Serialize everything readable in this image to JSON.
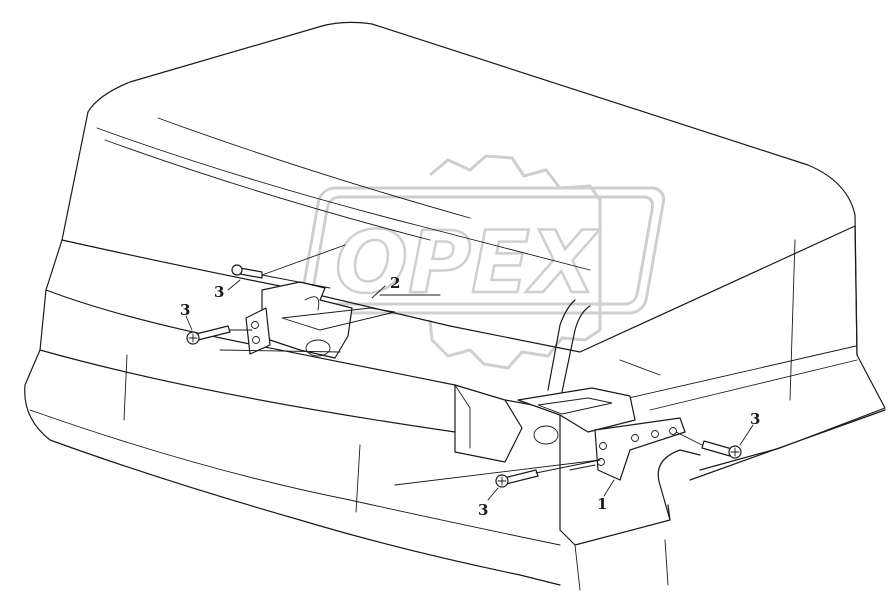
{
  "watermark": {
    "text": "OPEX",
    "icon": "gear-logo-watermark",
    "color": "#cfcfcf"
  },
  "callouts": [
    {
      "id": "c1",
      "label": "1"
    },
    {
      "id": "c2",
      "label": "2"
    },
    {
      "id": "c3a",
      "label": "3"
    },
    {
      "id": "c3b",
      "label": "3"
    },
    {
      "id": "c3c",
      "label": "3"
    },
    {
      "id": "c3d",
      "label": "3"
    }
  ],
  "colors": {
    "line": "#1a1a1a",
    "background": "#ffffff"
  }
}
